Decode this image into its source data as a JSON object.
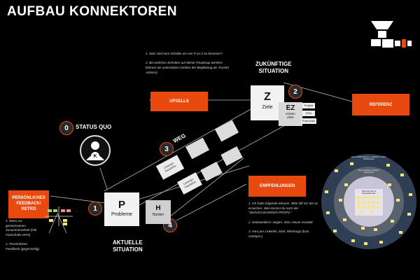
{
  "title": "AUFBAU KONNEKTOREN",
  "steps": [
    "0",
    "1",
    "2",
    "3",
    "4"
  ],
  "status_quo": "STATUS QUO",
  "aktuelle_situation": "AKTUELLE\nSITUATION",
  "zukuenftige_situation": "ZUKÜNFTIGE\nSITUATION",
  "weg": "WEG",
  "p_card": {
    "letter": "P",
    "word": "Probleme"
  },
  "h_card": {
    "letter": "H",
    "word": "Hürden"
  },
  "z_card": {
    "letter": "Z",
    "word": "Ziele"
  },
  "ez_card": {
    "letter": "EZ",
    "word1": "echten",
    "word2": "Ziele"
  },
  "k_letter": "K",
  "small_boxes": {
    "lsg1": "Lösungs-\nbausteine",
    "lsg2": "Lösungs-\nbausteine",
    "projekt": "Projekt",
    "kpis": "KPIs",
    "potenziale": "Potenziale"
  },
  "orange_labels": {
    "upsells": "UPSELLS",
    "referenz": "REFERENZ",
    "empfehlungen": "EMPFEHLUNGEN",
    "feedback": "PERSÖNLICHES\nFEEDBACK/\nRETRO"
  },
  "notes": {
    "questions": "1. Was sind eure Schritte um von P zu Z zu kommen?\n\n2. Bei welchen Schritten auf deiner Roadmap werden/ können wir unterstützen (neben der Begleitung als Trusted Advisor)",
    "empfehlungen": "1. Ich habe folgende Mission. Bitte hilf mir Sie zu erreichen. Wen kennst du noch der \"WUNSCHKUNDEN-PROFIL\"\n\n2. Netzwerklern: zeigen. Intro. Neuer Kontakt\n\n3. Intro per LinkedIn, Mail, Whatsapp (bzw. Handyer.)",
    "feedback": "1. Retro zur gemeinsamen Zusammenarbeit (inkl. Fortschritts KPIs)\n\n2. Persönliches Feedback (gegenseitig)"
  },
  "circle": {
    "outer": "Netzw. Marktpositionen, Verkäufer im Markt, Wettbewerber",
    "middle": "Ideen, Referenz Anfragen, Entscheider",
    "inner": "Wunschkunden & Bestandskunden"
  },
  "colors": {
    "accent": "#e8490f",
    "background": "#000000"
  }
}
